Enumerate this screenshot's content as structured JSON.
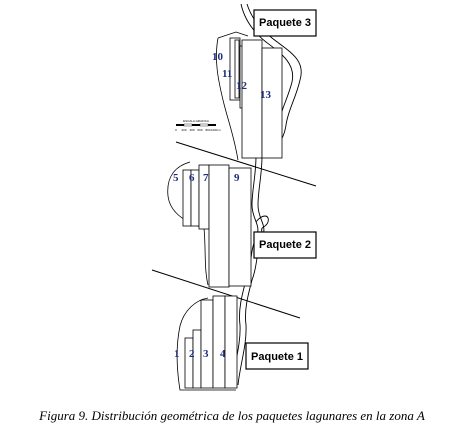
{
  "packages": [
    {
      "id": "p3",
      "label": "Paquete 3"
    },
    {
      "id": "p2",
      "label": "Paquete 2"
    },
    {
      "id": "p1",
      "label": "Paquete 1"
    }
  ],
  "lagoons": [
    "1",
    "2",
    "3",
    "4",
    "5",
    "6",
    "7",
    "9",
    "10",
    "11",
    "12",
    "13"
  ],
  "scale_bar": {
    "title": "ESCALA GRAFICA",
    "ticks": [
      "0",
      "200",
      "400",
      "600",
      "800",
      "1000 m"
    ]
  },
  "caption": "Figura 9. Distribución geométrica de los paquetes lagunares en la zona A",
  "colors": {
    "lagoon_number": "#1f2d7a",
    "outline": "#000000",
    "background": "#ffffff"
  }
}
